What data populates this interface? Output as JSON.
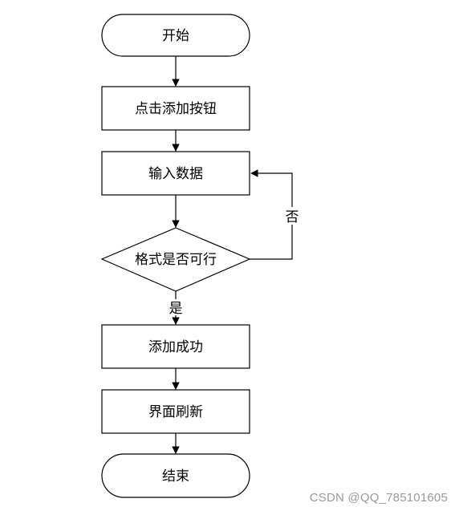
{
  "nodes": {
    "start": "开始",
    "click_add": "点击添加按钮",
    "input_data": "输入数据",
    "format_check": "格式是否可行",
    "add_success": "添加成功",
    "refresh_ui": "界面刷新",
    "end": "结束"
  },
  "edges": {
    "yes_label": "是",
    "no_label": "否"
  },
  "watermark": "CSDN @QQ_785101605"
}
